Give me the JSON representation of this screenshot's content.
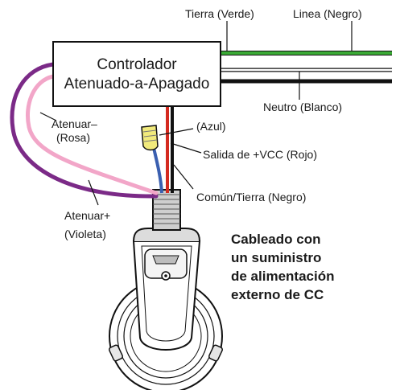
{
  "controller": {
    "line1": "Controlador",
    "line2": "Atenuado-a-Apagado"
  },
  "labels": {
    "ground_green": "Tierra (Verde)",
    "line_black": "Linea (Negro)",
    "neutral_white": "Neutro (Blanco)",
    "dim_minus_1": "Atenuar–",
    "dim_minus_2": "(Rosa)",
    "blue": "(Azul)",
    "vcc_red": "Salida de +VCC (Rojo)",
    "common_black": "Común/Tierra (Negro)",
    "dim_plus_1": "Atenuar+",
    "dim_plus_2": "(Violeta)"
  },
  "note": {
    "line1": "Cableado con",
    "line2": "un suministro",
    "line3": "de alimentación",
    "line4": "externo de CC"
  },
  "colors": {
    "green_wire": "#3aa935",
    "black_wire": "#111111",
    "pink_wire": "#f2a6c8",
    "violet_wire": "#7b2a87",
    "blue_wire": "#3a5fb0",
    "red_wire": "#d42a20",
    "connector_yellow": "#f1ea7c"
  }
}
